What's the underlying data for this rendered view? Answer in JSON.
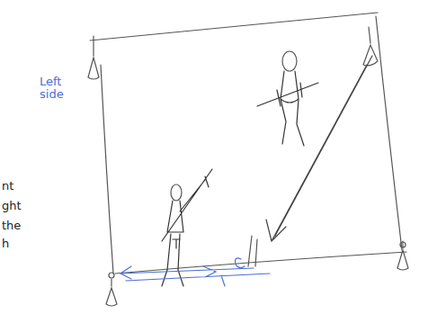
{
  "diagram": {
    "labels": [
      "Left side",
      "nt",
      "ght",
      "the",
      "h"
    ]
  }
}
